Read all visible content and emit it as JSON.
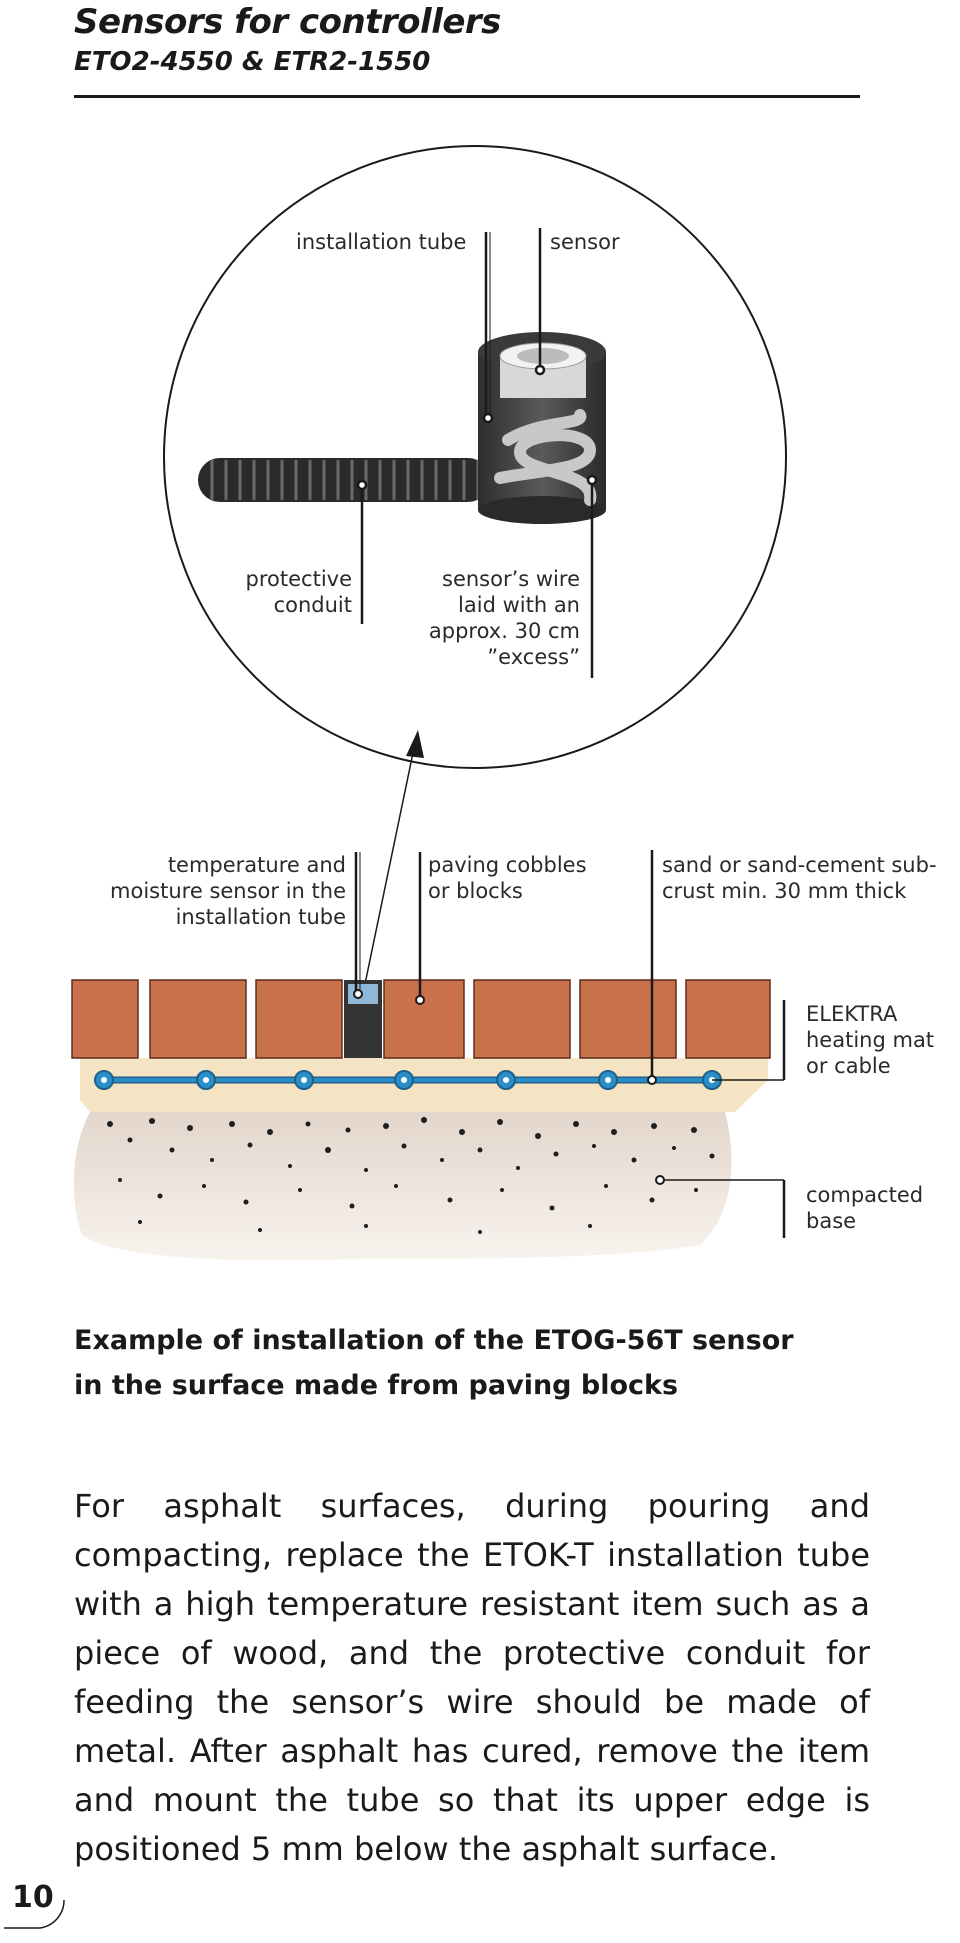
{
  "header": {
    "title": "Sensors for controllers",
    "subtitle": "ETO2-4550 & ETR2-1550"
  },
  "detail_labels": {
    "installation_tube": "installation tube",
    "sensor": "sensor",
    "protective_conduit": [
      "protective",
      "conduit"
    ],
    "sensor_wire": [
      "sensor’s wire",
      "laid with an",
      "approx. 30 cm",
      "”excess”"
    ]
  },
  "section_labels": {
    "temp_sensor": [
      "temperature and",
      "moisture sensor in the",
      "installation tube"
    ],
    "paving": [
      "paving cobbles",
      "or blocks"
    ],
    "sand": [
      "sand or sand-cement sub-",
      "crust min. 30 mm thick"
    ],
    "elektra": [
      "ELEKTRA",
      "heating mat",
      "or cable"
    ],
    "compacted": [
      "compacted",
      "base"
    ]
  },
  "caption": [
    "Example of installation of the ETOG-56T sensor",
    "in the surface made from paving blocks"
  ],
  "body": "For asphalt surfaces, during pouring and compacting, replace the ETOK-T installation tube with a high temperature resistant item such as a piece of wood, and the protective conduit for feeding the sensor’s wire should be made of metal. After asphalt has cured, remove the item and mount the tube so that its upper edge is positioned 5 mm below the asphalt surface.",
  "page_number": "10",
  "colors": {
    "brick": "#c8714a",
    "sand": "#f4e4c4",
    "cable": "#2a8fc8",
    "sensor_cap": "#8fb8d8"
  }
}
